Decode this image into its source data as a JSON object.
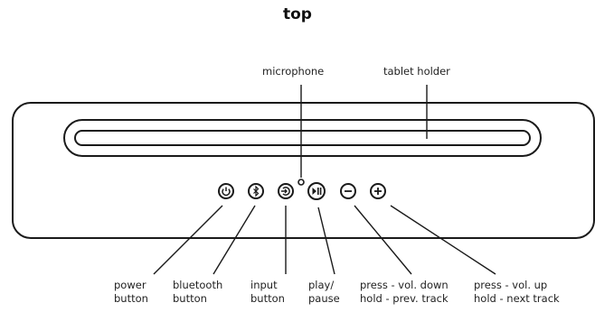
{
  "title": "top",
  "callouts": {
    "microphone": "microphone",
    "tablet_holder": "tablet holder"
  },
  "buttons": [
    {
      "id": "power",
      "icon": "power-icon",
      "label": [
        "power",
        "button"
      ]
    },
    {
      "id": "bluetooth",
      "icon": "bluetooth-icon",
      "label": [
        "bluetooth",
        "button"
      ]
    },
    {
      "id": "input",
      "icon": "input-icon",
      "label": [
        "input",
        "button"
      ]
    },
    {
      "id": "play-pause",
      "icon": "play-pause-icon",
      "label": [
        "play/",
        "pause"
      ]
    },
    {
      "id": "vol-down",
      "icon": "minus-icon",
      "label": [
        "press - vol. down",
        "hold - prev. track"
      ]
    },
    {
      "id": "vol-up",
      "icon": "plus-icon",
      "label": [
        "press - vol. up",
        "hold - next track"
      ]
    }
  ],
  "colors": {
    "line": "#1a1a1a",
    "text": "#222222"
  }
}
